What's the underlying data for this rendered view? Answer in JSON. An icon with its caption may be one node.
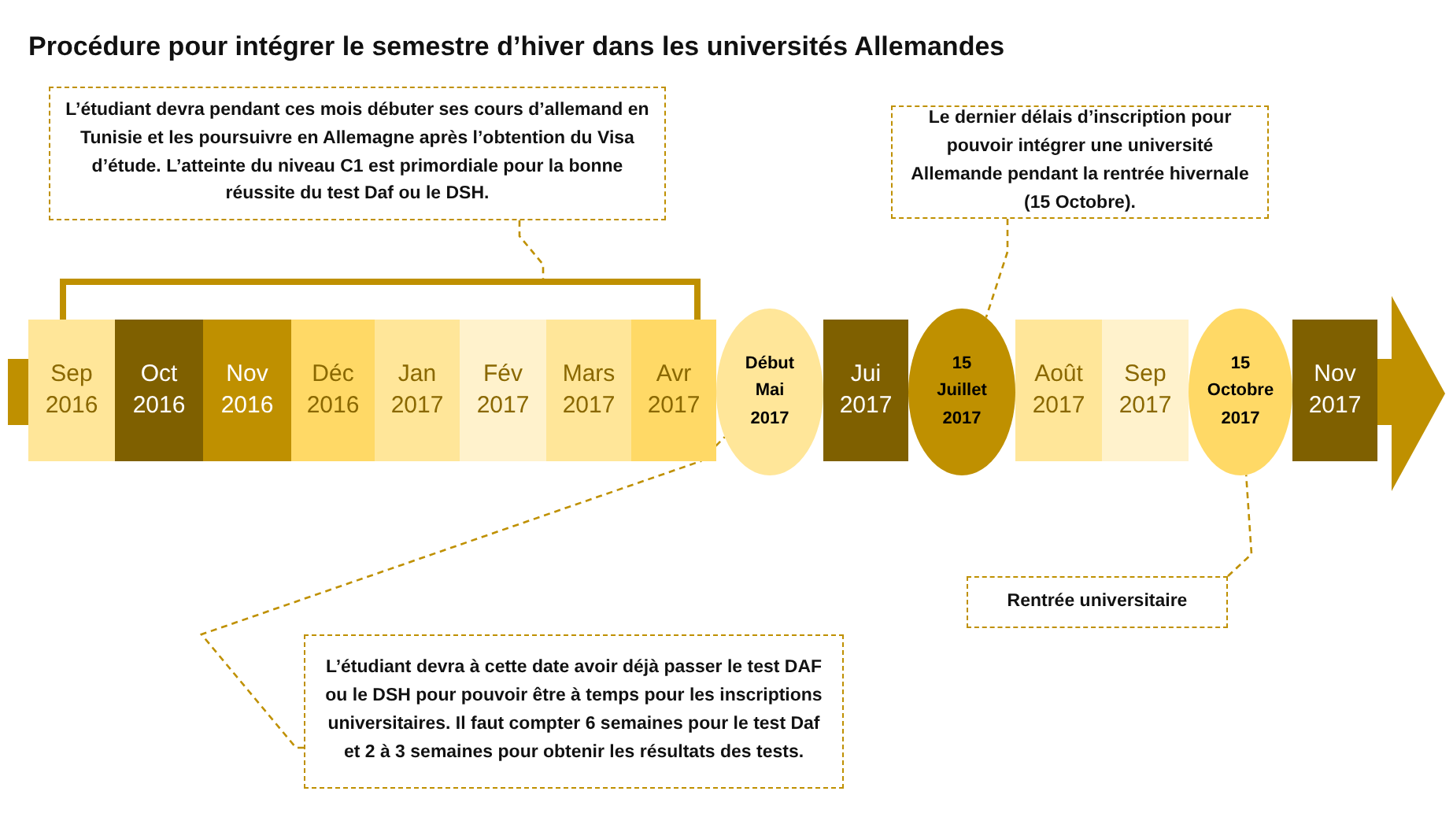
{
  "diagram": {
    "title": "Procédure pour intégrer le semestre d’hiver dans les universités Allemandes",
    "nodes": [
      {
        "text": [
          "L’étudiant devra pendant ces mois débuter ses cours d’allemand en Tunisie et les poursuivre en Allemagne après l’obtention du Visa d’étude. L’atteinte du niveau C1 est primordiale pour la bonne réussite du test Daf ou le DSH."
        ]
      },
      {
        "text": [],
        "shape": "bracket"
      },
      {
        "text": [
          "Le dernier délais d’inscription pour pouvoir intégrer une université Allemande pendant la rentrée hivernale (15 Octobre)."
        ]
      },
      {
        "text": [
          "Sep 2016"
        ]
      },
      {
        "text": [
          "Oct 2016"
        ]
      },
      {
        "text": [
          "Nov 2016"
        ]
      },
      {
        "text": [
          "Déc 2016"
        ]
      },
      {
        "text": [
          "Jan 2017"
        ]
      },
      {
        "text": [
          "Fév 2017"
        ]
      },
      {
        "text": [
          "Mars 2017"
        ]
      },
      {
        "text": [
          "Avr 2017"
        ]
      },
      {
        "text": [
          "Début Mai 2017"
        ]
      },
      {
        "text": [
          "Jui 2017"
        ]
      },
      {
        "text": [
          "15 Juillet 2017"
        ]
      },
      {
        "text": [
          "Août 2017"
        ]
      },
      {
        "text": [
          "Sep 2017"
        ]
      },
      {
        "text": [
          "15 Octobre 2017"
        ]
      },
      {
        "text": [
          "Nov 2017"
        ]
      },
      {
        "text": [
          "L’étudiant devra à cette date avoir déjà passer le test DAF ou le DSH pour pouvoir être à temps pour les inscriptions universitaires. Il faut compter 6 semaines pour le test Daf et 2 à 3 semaines pour obtenir les résultats des tests."
        ]
      },
      {
        "text": [
          "Rentrée universitaire"
        ]
      }
    ],
    "edges": [
      {
        "from": 0,
        "to": 1,
        "arrow": "none",
        "style": "dashed"
      },
      {
        "from": 2,
        "to": 13,
        "arrow": "none",
        "style": "dashed"
      },
      {
        "from": 18,
        "to": 11,
        "arrow": "none",
        "style": "dashed"
      },
      {
        "from": 19,
        "to": 16,
        "arrow": "none",
        "style": "dashed"
      }
    ]
  }
}
